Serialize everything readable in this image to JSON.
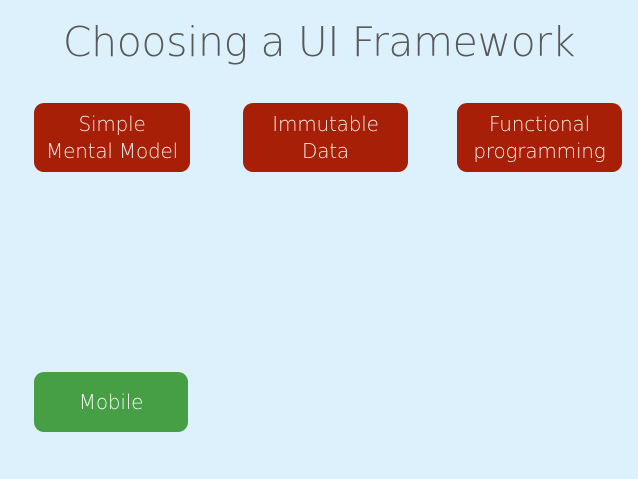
{
  "slide": {
    "title": "Choosing a UI Framework",
    "background_color": "#ddf1fc",
    "title_color": "#58595b"
  },
  "nodes": [
    {
      "id": "simple-mental-model",
      "label": "Simple\nMental Model",
      "line1": "Simple",
      "line2": "Mental Model",
      "color": "#a81f08",
      "text_color": "#f7ece6",
      "category": "requirement"
    },
    {
      "id": "immutable-data",
      "label": "Immutable\nData",
      "line1": "Immutable",
      "line2": "Data",
      "color": "#a81f08",
      "text_color": "#f7ece6",
      "category": "requirement"
    },
    {
      "id": "functional-programming",
      "label": "Functional\nprogramming",
      "line1": "Functional",
      "line2": "programming",
      "color": "#a81f08",
      "text_color": "#f7ece6",
      "category": "requirement"
    },
    {
      "id": "mobile",
      "label": "Mobile",
      "line1": "Mobile",
      "line2": "",
      "color": "#469f45",
      "text_color": "#f2f7f2",
      "category": "platform"
    }
  ]
}
